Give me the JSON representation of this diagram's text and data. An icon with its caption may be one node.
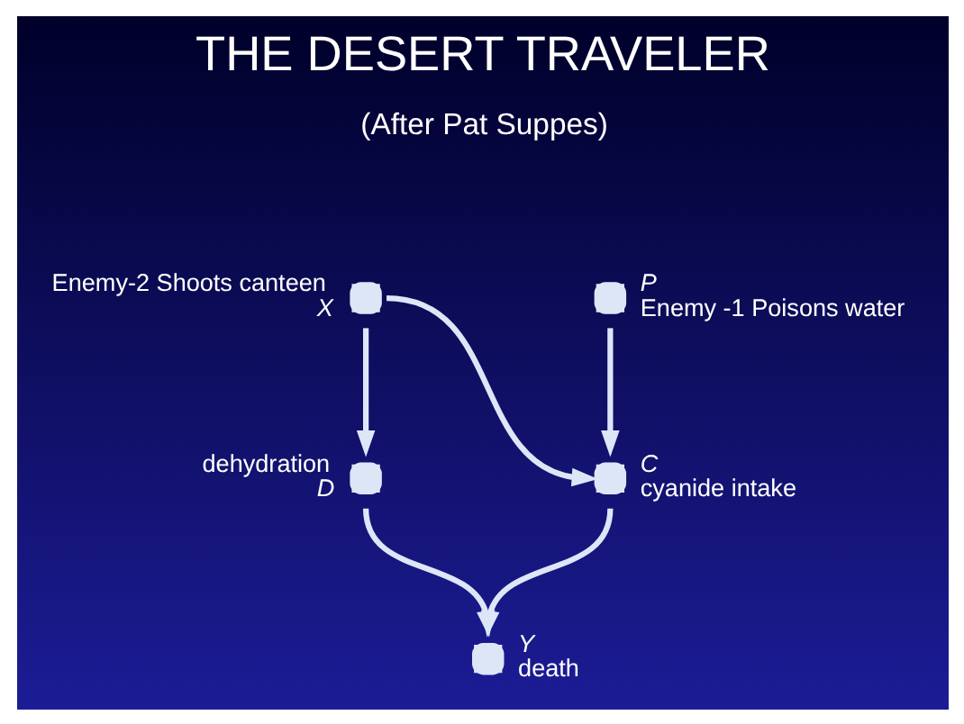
{
  "diagram": {
    "title": "THE DESERT TRAVELER",
    "nodes": [
      {
        "text": [
          "X"
        ],
        "beside": [
          "Enemy-2 Shoots canteen"
        ]
      },
      {
        "text": [
          "P"
        ],
        "beside": [
          "Enemy -1 Poisons water"
        ]
      },
      {
        "text": [
          "D"
        ],
        "beside": [
          "dehydration"
        ]
      },
      {
        "text": [
          "C"
        ],
        "beside": [
          "cyanide intake"
        ]
      },
      {
        "text": [
          "Y"
        ],
        "beside": [
          "death"
        ]
      }
    ],
    "edges": [
      {
        "from": 0,
        "to": 2,
        "arrow": "to"
      },
      {
        "from": 0,
        "to": 3,
        "arrow": "to"
      },
      {
        "from": 1,
        "to": 3,
        "arrow": "to"
      },
      {
        "from": 2,
        "to": 4,
        "arrow": "to"
      },
      {
        "from": 3,
        "to": 4,
        "arrow": "to"
      }
    ],
    "labels": [
      "(After Pat Suppes)"
    ]
  }
}
